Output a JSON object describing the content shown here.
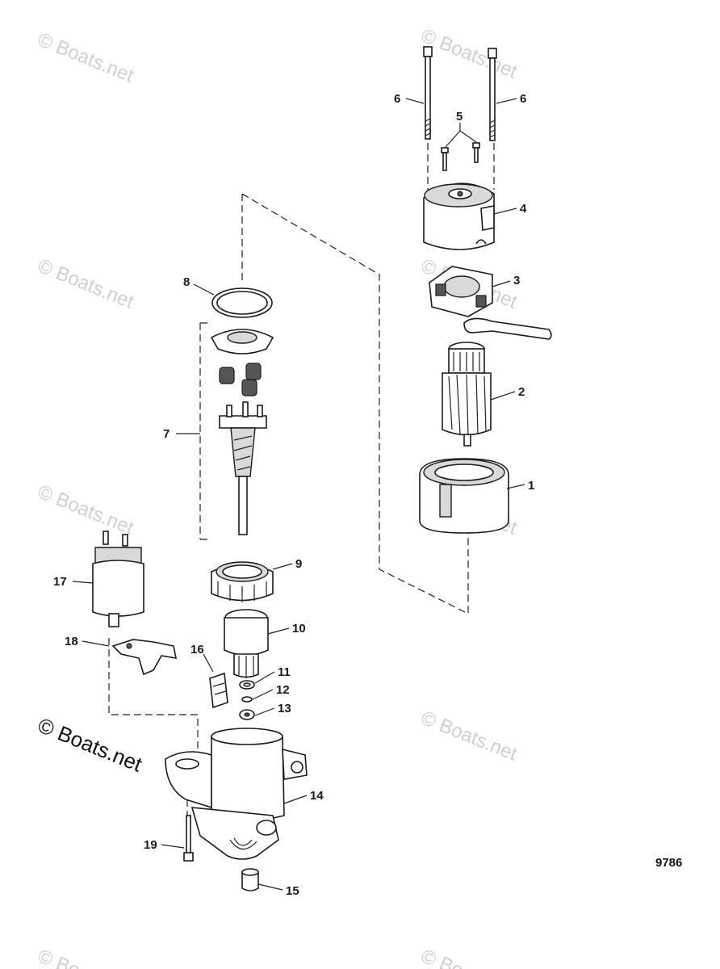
{
  "watermarks": {
    "faint": "© Boats.net",
    "main": "© Boats.net"
  },
  "reference_number": "9786",
  "callouts": [
    {
      "id": "1",
      "label": "1"
    },
    {
      "id": "2",
      "label": "2"
    },
    {
      "id": "3",
      "label": "3"
    },
    {
      "id": "4",
      "label": "4"
    },
    {
      "id": "5",
      "label": "5"
    },
    {
      "id": "6a",
      "label": "6"
    },
    {
      "id": "6b",
      "label": "6"
    },
    {
      "id": "7",
      "label": "7"
    },
    {
      "id": "8",
      "label": "8"
    },
    {
      "id": "9",
      "label": "9"
    },
    {
      "id": "10",
      "label": "10"
    },
    {
      "id": "11",
      "label": "11"
    },
    {
      "id": "12",
      "label": "12"
    },
    {
      "id": "13",
      "label": "13"
    },
    {
      "id": "14",
      "label": "14"
    },
    {
      "id": "15",
      "label": "15"
    },
    {
      "id": "16",
      "label": "16"
    },
    {
      "id": "17",
      "label": "17"
    },
    {
      "id": "18",
      "label": "18"
    },
    {
      "id": "19",
      "label": "19"
    }
  ]
}
